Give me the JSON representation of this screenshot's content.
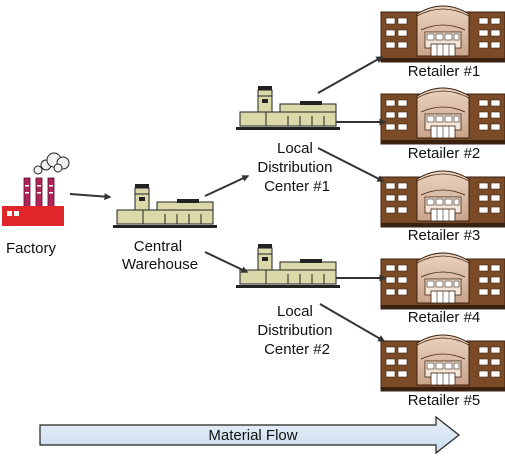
{
  "factory": {
    "label": "Factory",
    "icon": "factory-icon"
  },
  "central_warehouse": {
    "label_lines": [
      "Central",
      "Warehouse"
    ],
    "icon": "warehouse-icon"
  },
  "distribution_centers": [
    {
      "label_lines": [
        "Local",
        "Distribution",
        "Center #1"
      ],
      "icon": "warehouse-icon"
    },
    {
      "label_lines": [
        "Local",
        "Distribution",
        "Center #2"
      ],
      "icon": "warehouse-icon"
    }
  ],
  "retailers": [
    {
      "label": "Retailer #1",
      "icon": "store-icon"
    },
    {
      "label": "Retailer #2",
      "icon": "store-icon"
    },
    {
      "label": "Retailer #3",
      "icon": "store-icon"
    },
    {
      "label": "Retailer #4",
      "icon": "store-icon"
    },
    {
      "label": "Retailer #5",
      "icon": "store-icon"
    }
  ],
  "flow_arrow": {
    "label": "Material Flow"
  },
  "colors": {
    "factory_red": "#e0262b",
    "chimney": "#b0245a",
    "warehouse_body": "#dbd8aa",
    "warehouse_outline": "#1a1a1a",
    "store_brick": "#7b4a27",
    "store_facade": "#d9b79a",
    "flow_arrow_fill": "#d7e6f4",
    "arrow": "#333333"
  }
}
